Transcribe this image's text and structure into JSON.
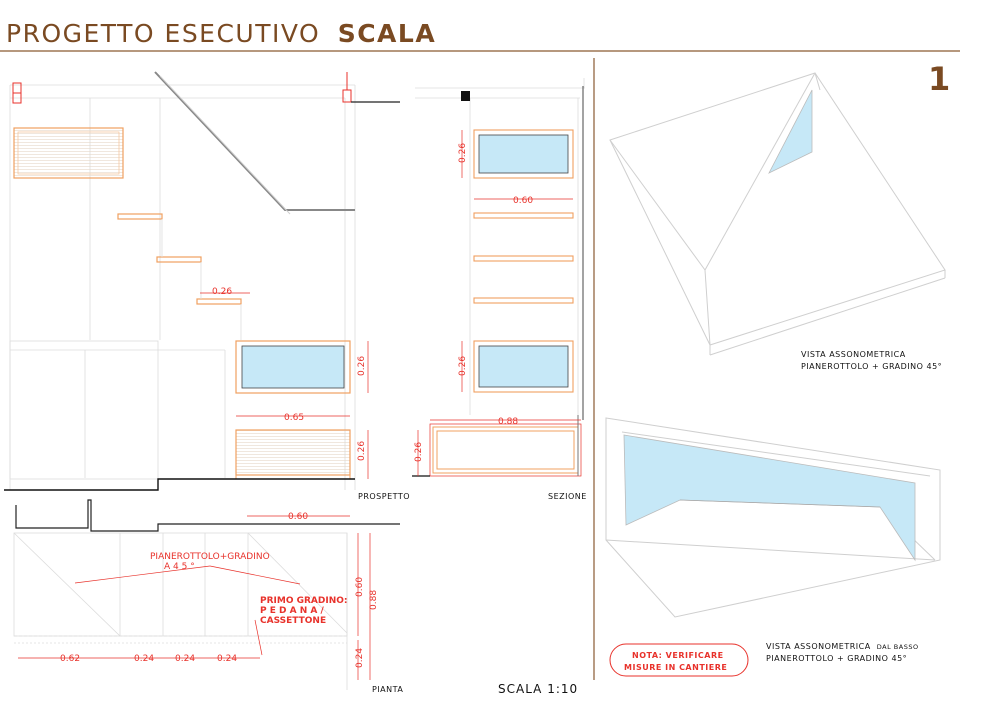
{
  "header": {
    "title_prefix": "PROGETTO ESECUTIVO",
    "title_bold": "SCALA",
    "sheet_number": "1"
  },
  "views": {
    "prospetto": "PROSPETTO",
    "sezione": "SEZIONE",
    "pianta": "PIANTA",
    "scale": "SCALA 1:10"
  },
  "prospetto_dims": {
    "step_depth": "0.26",
    "drawer_height_upper": "0.26",
    "width": "0.65",
    "drawer_height_lower": "0.26"
  },
  "sezione_dims": {
    "top_height": "0.26",
    "inner_width": "0.60",
    "bottom_height": "0.26",
    "total_width": "0.88",
    "base_height": "0.26"
  },
  "pianta_dims": {
    "top_width": "0.60",
    "d1": "0.62",
    "d2": "0.24",
    "d3": "0.24",
    "d4": "0.24",
    "v1": "0.60",
    "v2": "0.88",
    "v3": "0.24"
  },
  "pianta_labels": {
    "landing_line1": "PIANEROTTOLO+GRADINO",
    "landing_line2": "A   4 5 °",
    "first_step_line1": "PRIMO GRADINO:",
    "first_step_line2": "P E D A N A /",
    "first_step_line3": "CASSETTONE"
  },
  "axon": {
    "view1_line1": "VISTA ASSONOMETRICA",
    "view1_line2": "PIANEROTTOLO + GRADINO 45°",
    "view2_line1_a": "VISTA ASSONOMETRICA",
    "view2_line1_b": "DAL BASSO",
    "view2_line2": "PIANEROTTOLO + GRADINO 45°"
  },
  "note": {
    "line1": "NOTA: VERIFICARE",
    "line2": "MISURE IN CANTIERE"
  },
  "colors": {
    "title": "#7a4a22",
    "dimension": "#e8322b",
    "wood": "#f0a060",
    "glass": "#c6e8f7",
    "line": "#cccccc"
  }
}
